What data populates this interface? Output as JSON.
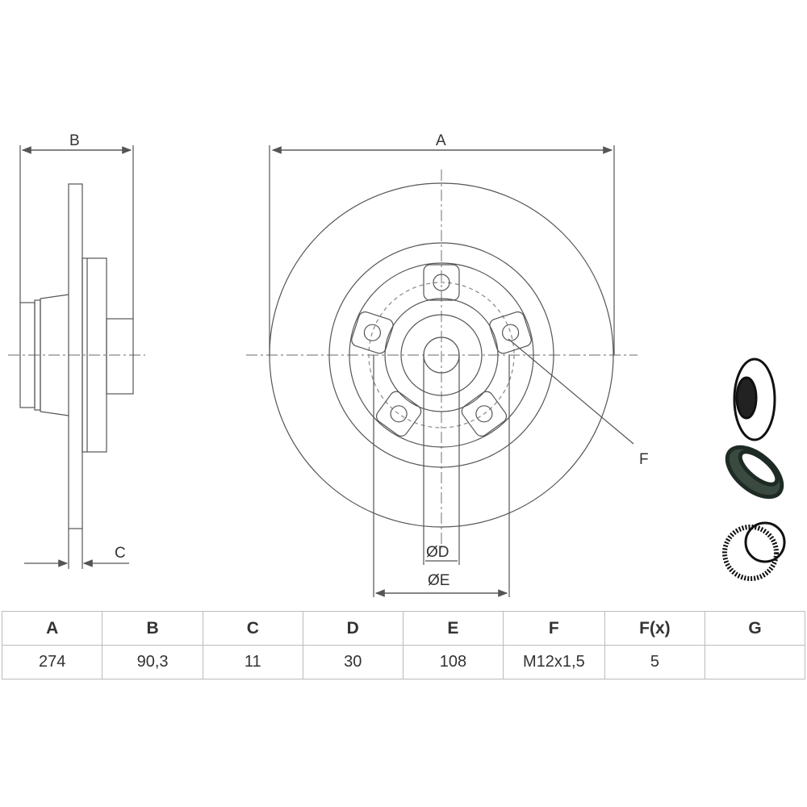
{
  "labels": {
    "A": "A",
    "B": "B",
    "C": "C",
    "D": "ØD",
    "E": "ØE",
    "F": "F"
  },
  "table": {
    "headers": [
      "A",
      "B",
      "C",
      "D",
      "E",
      "F",
      "F(x)",
      "G"
    ],
    "values": [
      "274",
      "90,3",
      "11",
      "30",
      "108",
      "M12x1,5",
      "5",
      ""
    ]
  },
  "icons": [
    "brake-disc-icon",
    "wheel-bearing-icon",
    "abs-ring-icon"
  ]
}
